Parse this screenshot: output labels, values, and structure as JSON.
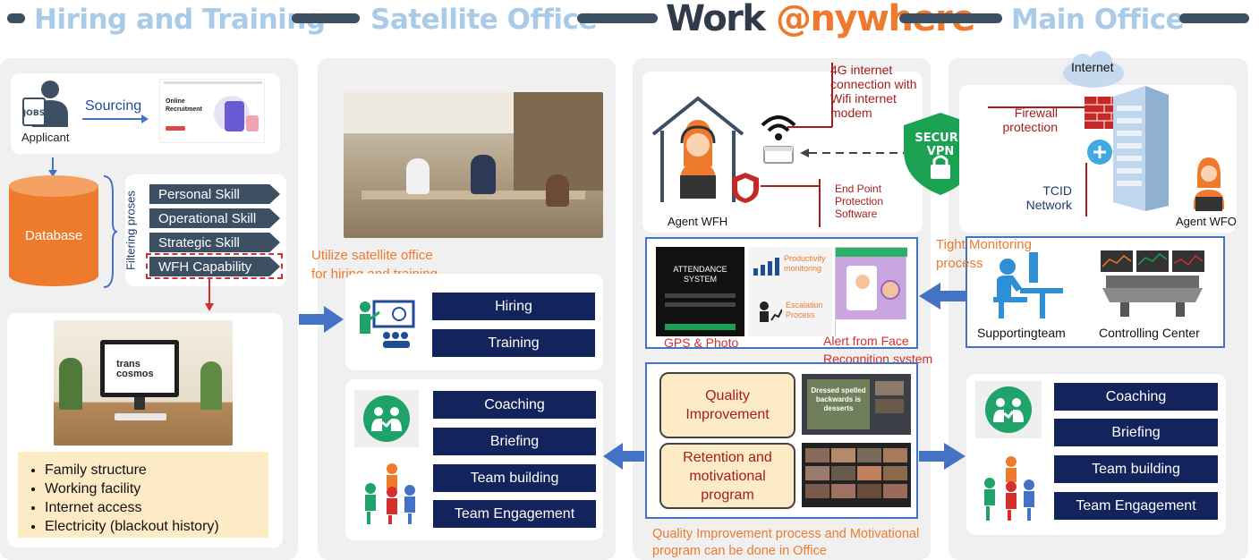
{
  "header": {
    "hiring_title": "Hiring and Training",
    "satellite_title": "Satellite Office",
    "logo_part1": "Work ",
    "logo_part2": "@nywhere",
    "main_title": "Main Office"
  },
  "hiring": {
    "applicant_label": "Applicant",
    "jobs_text": "JOBS",
    "sourcing_label": "Sourcing",
    "recruit_title": "Online Recruitment",
    "database_label": "Database",
    "filtering_label": "Filtering proses",
    "filters": [
      "Personal Skill",
      "Operational Skill",
      "Strategic Skill",
      "WFH Capability"
    ],
    "monitor_logo": "trans cosmos",
    "checklist": [
      "Family structure",
      "Working facility",
      "Internet access",
      "Electricity (blackout history)"
    ]
  },
  "satellite": {
    "utilize_text": "Utilize satellite office for hiring and training",
    "hiring_btn": "Hiring",
    "training_btn": "Training",
    "coaching_btn": "Coaching",
    "briefing_btn": "Briefing",
    "team_building_btn": "Team building",
    "team_engagement_btn": "Team Engagement"
  },
  "wfh": {
    "internet_note": "4G internet connection with Wifi internet modem",
    "agent_label": "Agent WFH",
    "endpoint_note": "End Point Protection Software",
    "vpn_line1": "SECURE",
    "vpn_line2": "VPN",
    "attendance_title": "ATTENDANCE SYSTEM",
    "productivity_label": "Productivity monitoring",
    "escalation_label": "Escalation Process",
    "gps_label": "GPS & Photo",
    "face_label": "Alert from Face Recognition system",
    "quality_btn": "Quality Improvement",
    "retention_btn": "Retention and motivational program",
    "video_caption": "Dressed spelled backwards is desserts",
    "bottom_note": "Quality Improvement process and Motivational program can be done in Office"
  },
  "main": {
    "internet_label": "Internet",
    "firewall_label": "Firewall protection",
    "tcid_label": "TCID Network",
    "agent_label": "Agent WFO",
    "monitoring_label": "Tight Monitoring process",
    "support_label": "Supportingteam",
    "control_label": "Controlling Center",
    "coaching_btn": "Coaching",
    "briefing_btn": "Briefing",
    "team_building_btn": "Team building",
    "team_engagement_btn": "Team Engagement"
  },
  "colors": {
    "navy": "#13245c",
    "orange": "#ee7b2d",
    "header_blue": "#a9cbe8",
    "arrow_blue": "#4472c4",
    "dark_red": "#a51d1d",
    "green": "#1fa36b"
  }
}
